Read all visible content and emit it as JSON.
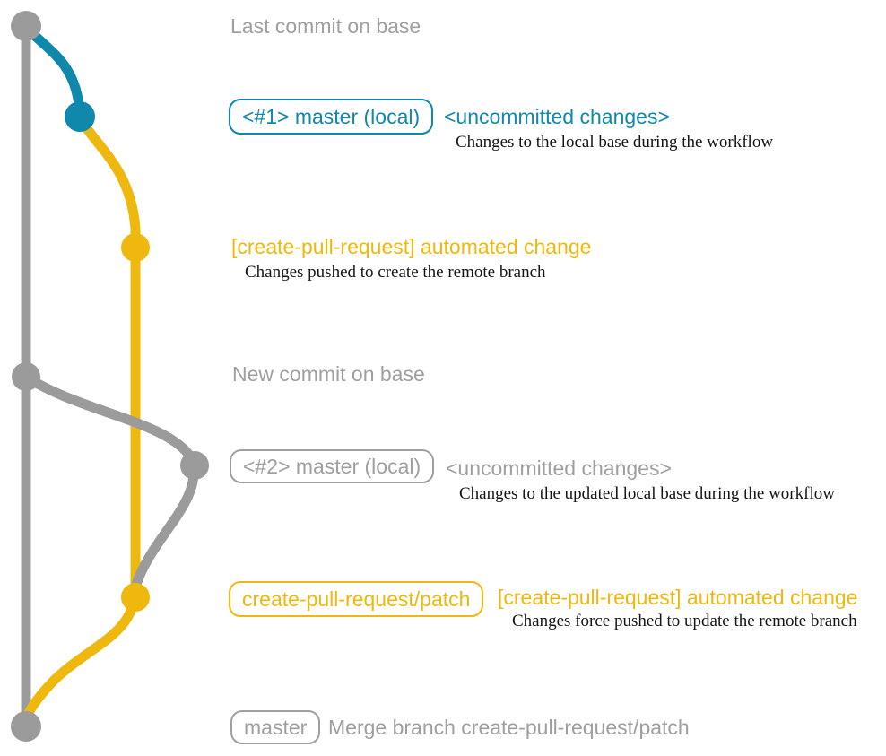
{
  "colors": {
    "gray-line": "#9b9b9b",
    "gray-text": "#9f9f9f",
    "teal": "#0f88ab",
    "yellow": "#efb80f",
    "ink": "#151515"
  },
  "rows": {
    "last_commit": {
      "label": "Last commit on base"
    },
    "commit1": {
      "badge": "<#1> master (local)",
      "title": "<uncommitted changes>",
      "description": "Changes to the local base during the workflow"
    },
    "commit2": {
      "title": "[create-pull-request] automated change",
      "description": "Changes pushed to create the remote branch"
    },
    "new_commit": {
      "label": "New commit on base"
    },
    "commit3": {
      "badge": "<#2> master (local)",
      "title": "<uncommitted changes>",
      "description": "Changes to the updated local base during the workflow"
    },
    "commit4": {
      "badge": "create-pull-request/patch",
      "title": "[create-pull-request] automated change",
      "description": "Changes force pushed to update the remote branch"
    },
    "merge": {
      "badge": "master",
      "title": "Merge branch create-pull-request/patch"
    }
  },
  "graph": {
    "type": "git-branch-diagram",
    "branches": [
      {
        "name": "base",
        "color": "gray"
      },
      {
        "name": "local-master-changes",
        "color": "teal"
      },
      {
        "name": "create-pull-request/patch",
        "color": "yellow"
      }
    ],
    "commit_dots": [
      {
        "id": "last-commit-on-base",
        "color": "gray"
      },
      {
        "id": "uncommitted-changes-1",
        "color": "teal"
      },
      {
        "id": "automated-change-1",
        "color": "yellow"
      },
      {
        "id": "new-commit-on-base",
        "color": "gray"
      },
      {
        "id": "uncommitted-changes-2",
        "color": "gray"
      },
      {
        "id": "automated-change-2",
        "color": "yellow"
      },
      {
        "id": "merge-commit",
        "color": "gray"
      }
    ]
  }
}
